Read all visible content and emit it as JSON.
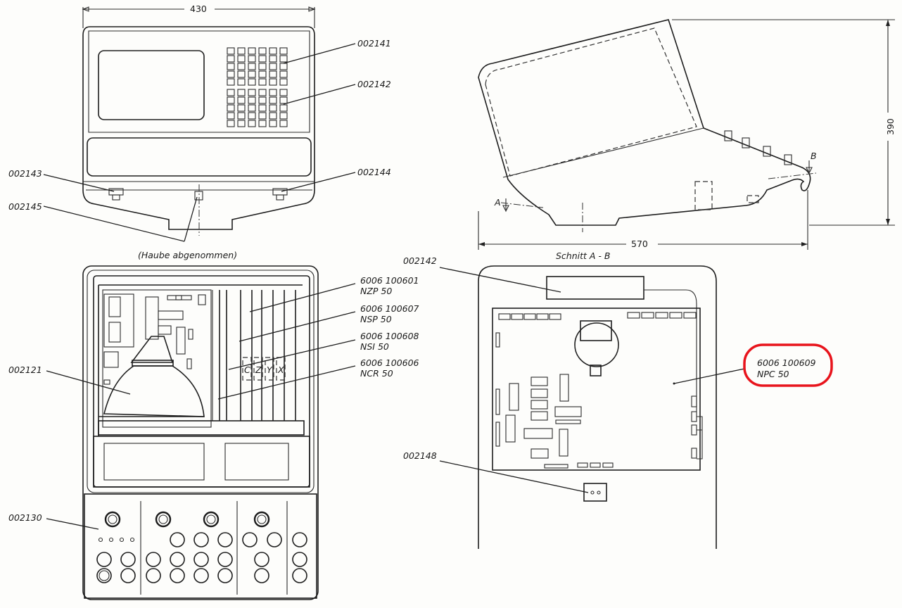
{
  "front_view": {
    "width_dim": "430",
    "labels": {
      "keys_a": "002141",
      "keys_b": "002142",
      "foot_left": "002143",
      "foot_right": "002144",
      "latch": "002145"
    },
    "caption": "(Haube abgenommen)"
  },
  "side_view": {
    "height_dim": "390",
    "depth_dim": "570",
    "section_a": "A",
    "section_b": "B",
    "caption": "Schnitt  A - B"
  },
  "open_view": {
    "labels": [
      {
        "code": "6006  100601",
        "name": "NZP 50"
      },
      {
        "code": "6006  100607",
        "name": "NSP 50"
      },
      {
        "code": "6006  100608",
        "name": "NSI 50"
      },
      {
        "code": "6006  100606",
        "name": "NCR 50"
      }
    ],
    "crt_label": "002121",
    "panel_label": "002130",
    "slot_letters": [
      "C",
      "Z",
      "Y",
      "X"
    ]
  },
  "rear_view": {
    "top_label": "002142",
    "board_code": "6006  100609",
    "board_name": "NPC 50",
    "connector_label": "002148",
    "highlight_color": "#e8141c"
  }
}
